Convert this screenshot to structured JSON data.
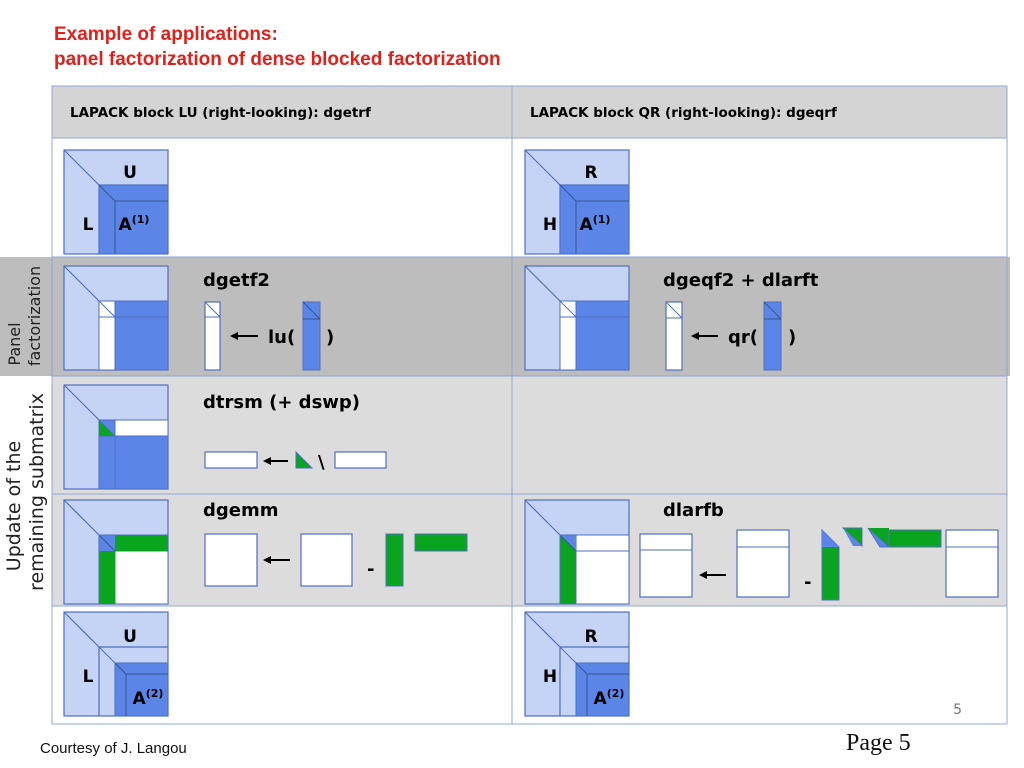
{
  "title": {
    "line1": "Example of applications:",
    "line2": "panel factorization of dense blocked factorization"
  },
  "columns": {
    "lu_header": "LAPACK block LU (right-looking): dgetrf",
    "qr_header": "LAPACK block QR (right-looking): dgeqrf"
  },
  "side_labels": {
    "panel_line1": "Panel",
    "panel_line2": "factorization",
    "update_line1": "Update of the",
    "update_line2": "remaining submatrix"
  },
  "lu": {
    "u": "U",
    "l": "L",
    "a1": "A",
    "a1_sup": "(1)",
    "a2_sup": "(2)",
    "panel_routine": "dgetf2",
    "panel_func": "lu(",
    "close_paren": ")",
    "trsm_routine": "dtrsm (+ dswp)",
    "backslash": "\\",
    "gemm_routine": "dgemm",
    "minus": "-"
  },
  "qr": {
    "r": "R",
    "h": "H",
    "a1": "A",
    "a1_sup": "(1)",
    "a2_sup": "(2)",
    "panel_routine": "dgeqf2 + dlarft",
    "panel_func": "qr(",
    "close_paren": ")",
    "update_routine": "dlarfb",
    "minus": "-"
  },
  "footer": {
    "credit": "Courtesy of J. Langou",
    "page": "Page 5",
    "slide_number": "5"
  },
  "colors": {
    "title_red": "#e0201a",
    "light_blue": "#c5d3f5",
    "mid_blue": "#5b86e8",
    "green": "#0aa51e",
    "header_gray": "#d4d4d4",
    "panel_gray": "#bdbdbd",
    "update_gray": "#dcdcdc"
  }
}
